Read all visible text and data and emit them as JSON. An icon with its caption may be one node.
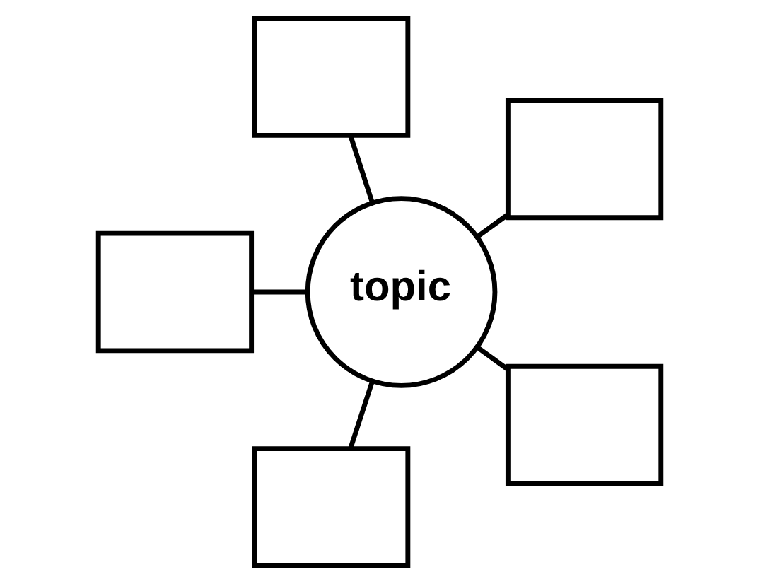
{
  "diagram": {
    "nodes": [
      {
        "text": [],
        "shape": "box"
      },
      {
        "text": [],
        "shape": "box"
      },
      {
        "text": [
          "topic"
        ]
      },
      {
        "text": [],
        "shape": "box"
      },
      {
        "text": [],
        "shape": "box"
      },
      {
        "text": [],
        "shape": "box"
      }
    ],
    "edges": [
      {
        "from": 2,
        "to": 0,
        "arrow": "none"
      },
      {
        "from": 2,
        "to": 1,
        "arrow": "none"
      },
      {
        "from": 2,
        "to": 3,
        "arrow": "none"
      },
      {
        "from": 2,
        "to": 4,
        "arrow": "none"
      },
      {
        "from": 2,
        "to": 5,
        "arrow": "none"
      }
    ]
  }
}
